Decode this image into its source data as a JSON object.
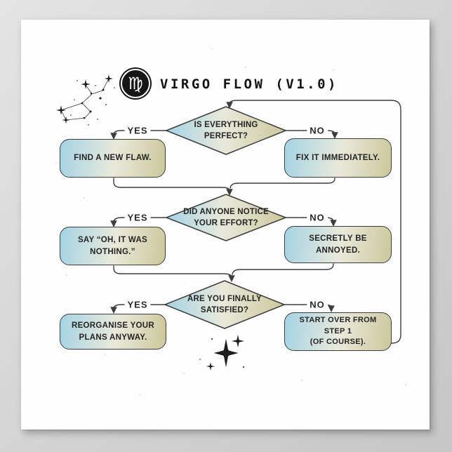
{
  "page": {
    "title": "VIRGO FLOW (V1.0)",
    "zodiac_symbol": "♍"
  },
  "icons": {
    "badge": "virgo-zodiac-glyph-in-black-circle",
    "constellation": "virgo-constellation-sketch",
    "sparkle": "four-point-star"
  },
  "flow": {
    "steps": [
      {
        "question": "IS EVERYTHING\nPERFECT?",
        "yes_label": "YES",
        "no_label": "NO",
        "yes_action": "FIND A NEW FLAW.",
        "no_action": "FIX IT IMMEDIATELY."
      },
      {
        "question": "DID ANYONE NOTICE\nYOUR EFFORT?",
        "yes_label": "YES",
        "no_label": "NO",
        "yes_action": "SAY “OH, IT WAS\nNOTHING.”",
        "no_action": "SECRETLY BE ANNOYED."
      },
      {
        "question": "ARE YOU FINALLY\nSATISFIED?",
        "yes_label": "YES",
        "no_label": "NO",
        "yes_action": "REORGANISE YOUR\nPLANS ANYWAY.",
        "no_action": "START OVER FROM STEP 1\n(OF COURSE)."
      }
    ]
  },
  "colors": {
    "gradient_left": "#a5d3e4",
    "gradient_mid": "#e9e9db",
    "gradient_right": "#cbc89b",
    "line": "#3d3d3d",
    "text": "#242424",
    "badge_bg": "#161616",
    "poster_bg": "#fefefe"
  }
}
